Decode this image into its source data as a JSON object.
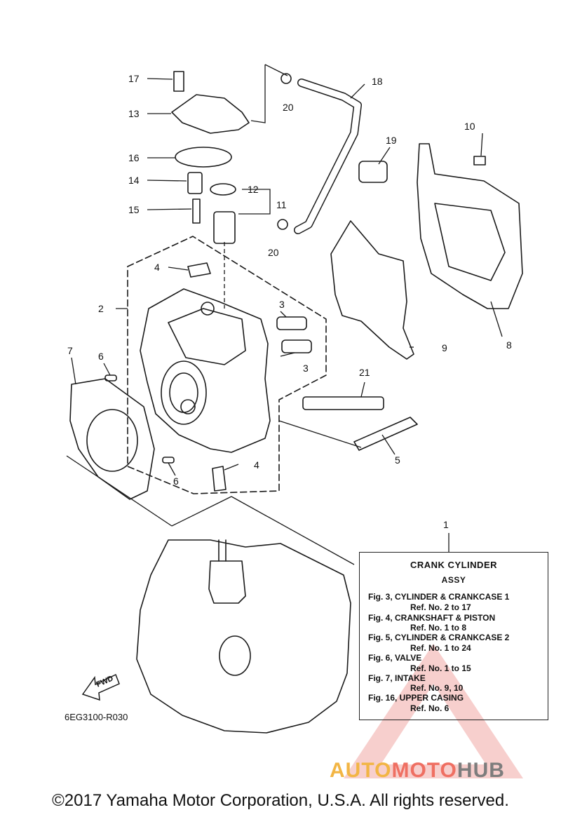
{
  "callouts": [
    "1",
    "2",
    "3",
    "3",
    "4",
    "4",
    "5",
    "6",
    "6",
    "7",
    "8",
    "9",
    "10",
    "11",
    "12",
    "13",
    "14",
    "15",
    "16",
    "17",
    "18",
    "19",
    "20",
    "20",
    "21"
  ],
  "reference_box": {
    "title": "CRANK  CYLINDER",
    "subtitle": "ASSY",
    "rows": [
      {
        "fig": "Fig. 3, CYLINDER & CRANKCASE 1",
        "ref": "Ref. No. 2 to 17"
      },
      {
        "fig": "Fig. 4, CRANKSHAFT & PISTON",
        "ref": "Ref. No. 1 to 8"
      },
      {
        "fig": "Fig. 5, CYLINDER & CRANKCASE 2",
        "ref": "Ref. No. 1 to 24"
      },
      {
        "fig": "Fig. 6, VALVE",
        "ref": "Ref. No. 1 to 15"
      },
      {
        "fig": "Fig. 7, INTAKE",
        "ref": "Ref. No. 9, 10"
      },
      {
        "fig": "Fig. 16, UPPER CASING",
        "ref": "Ref. No. 6"
      }
    ]
  },
  "fwd_label": "FWD",
  "drawing_code": "6EG3100-R030",
  "watermark": {
    "part1": "AUTO",
    "part2": "MOTO",
    "part3": "HUB"
  },
  "copyright": "©2017 Yamaha Motor Corporation, U.S.A. All rights reserved.",
  "colors": {
    "line": "#1a1a1a",
    "watermark_red": "#e8403a",
    "watermark_yellow": "#f2b544",
    "watermark_grey": "#7d7d7d"
  }
}
